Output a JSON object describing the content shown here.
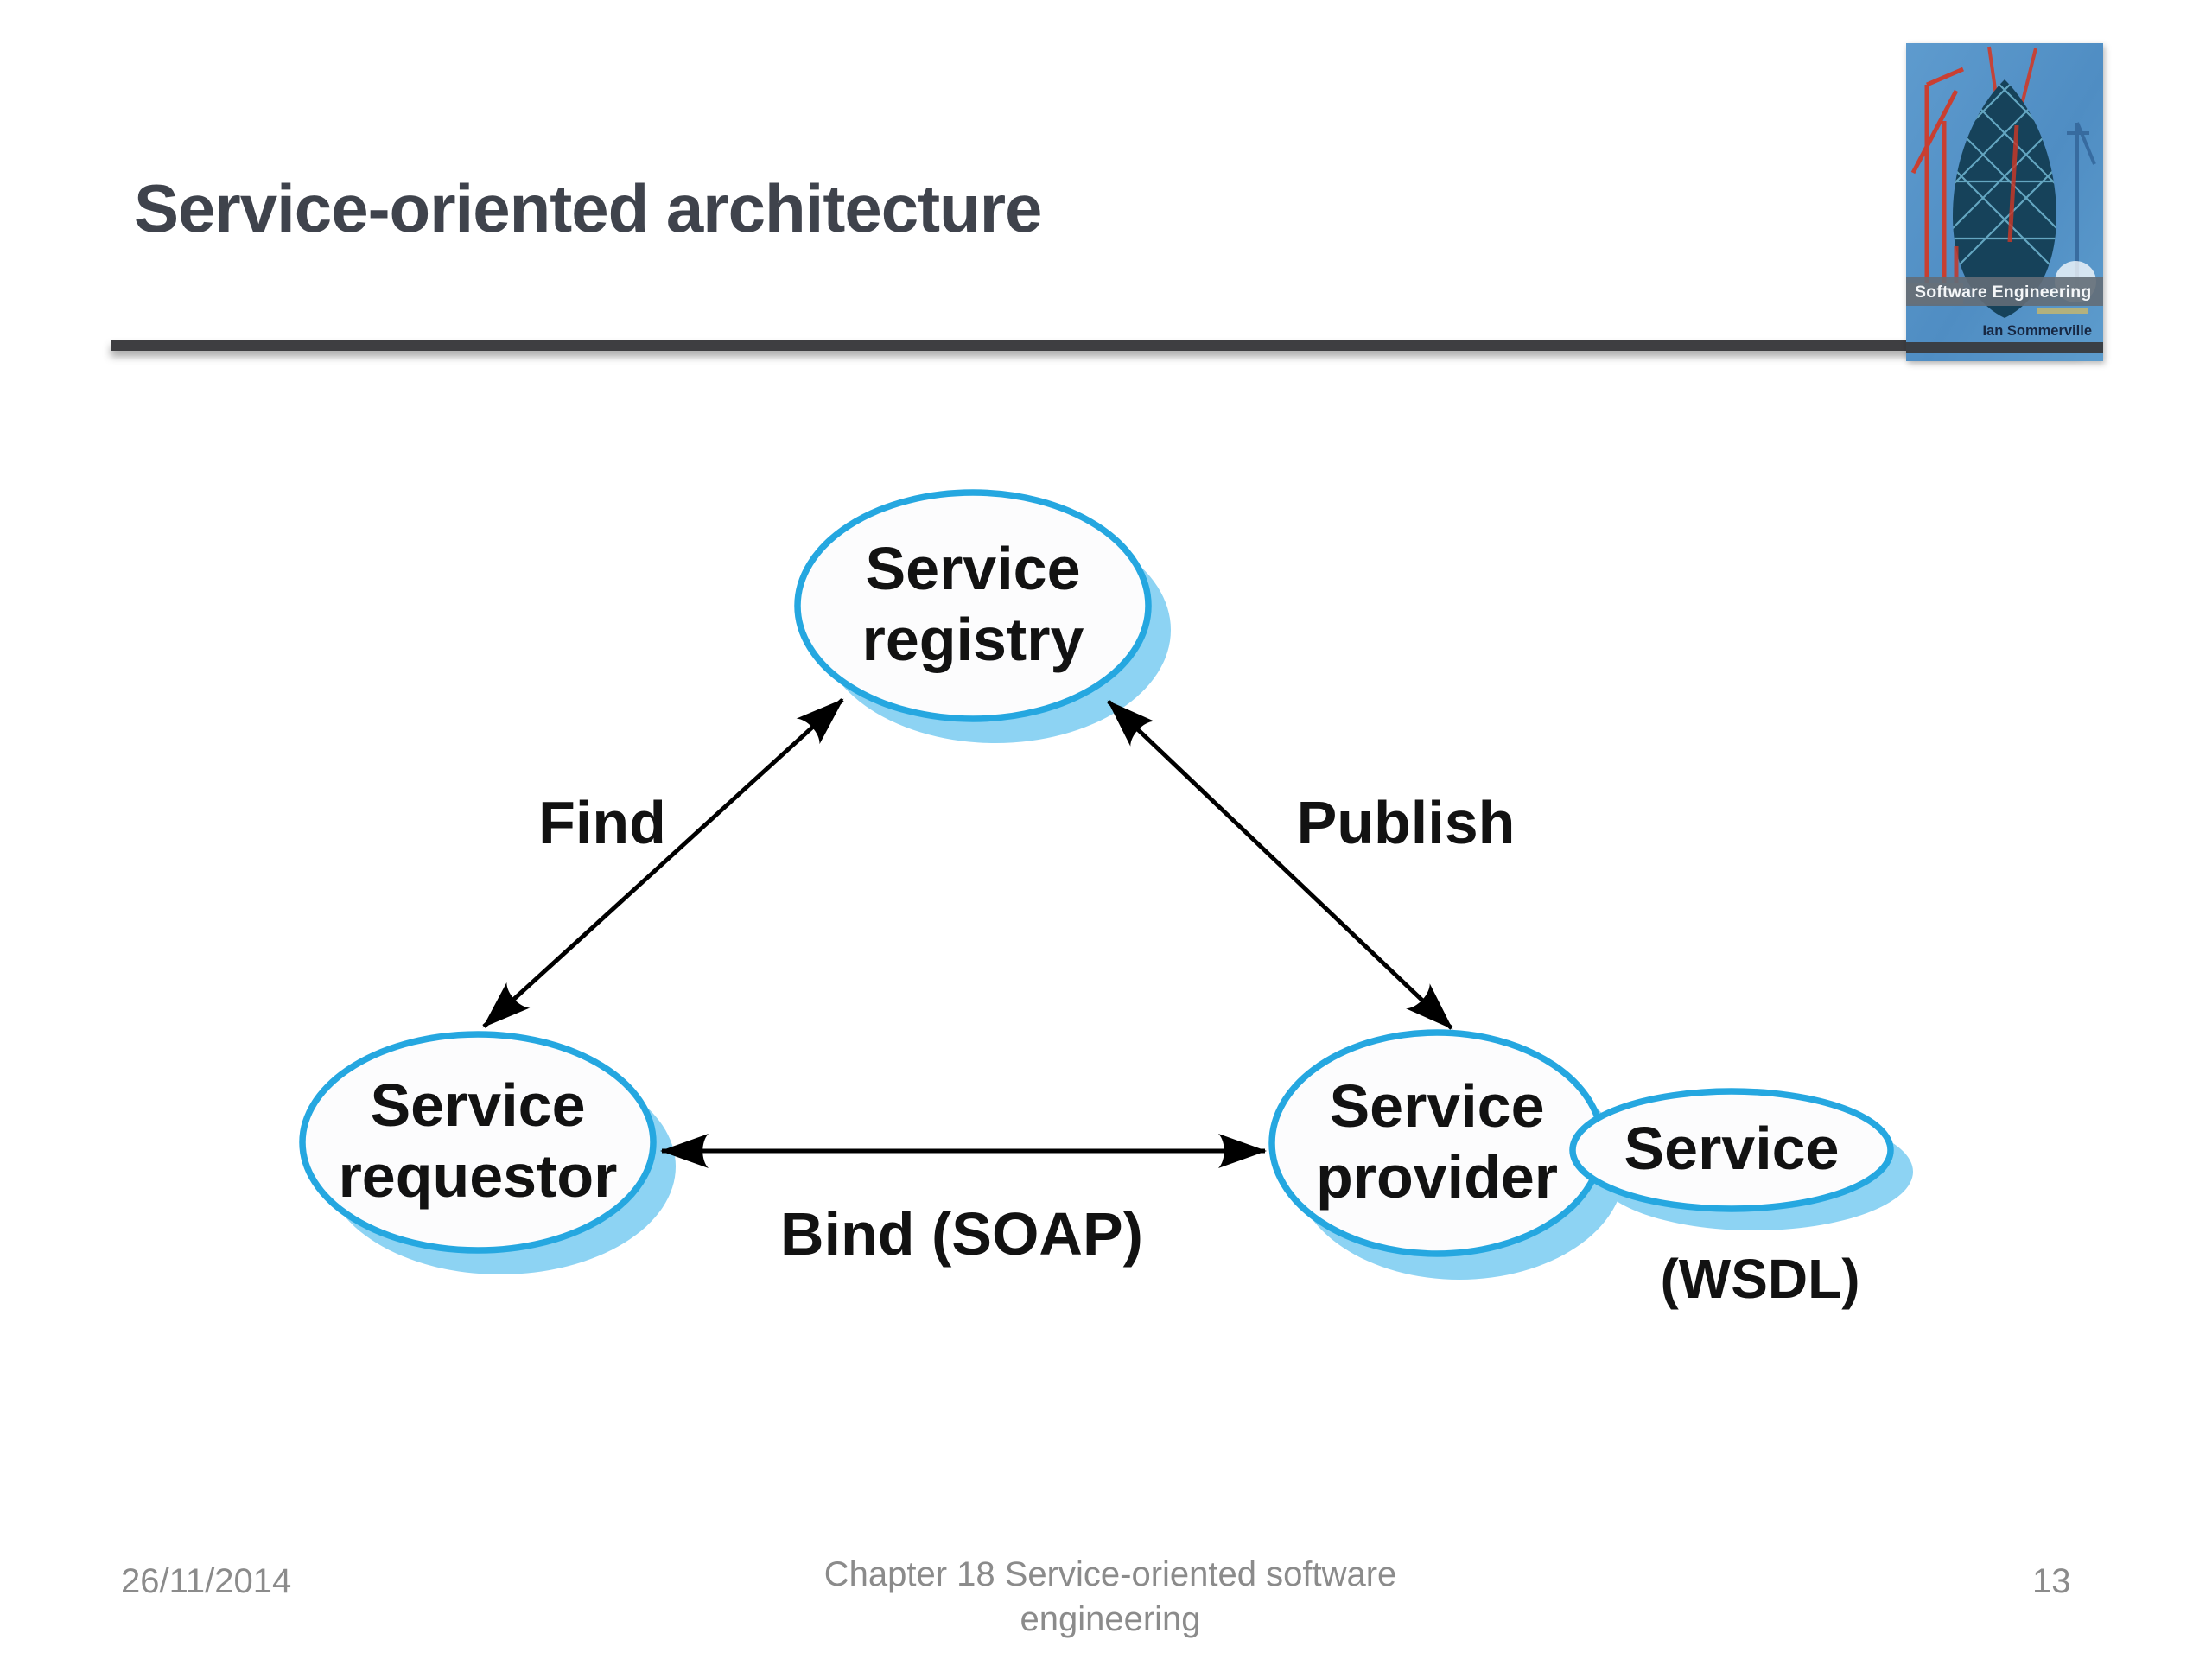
{
  "slide": {
    "title": "Service-oriented architecture"
  },
  "book_cover": {
    "title": "Software Engineering",
    "author": "Ian Sommerville"
  },
  "diagram": {
    "colors": {
      "node_stroke": "#25a7e0",
      "node_shadow": "#8dd3f3",
      "node_fill": "#fcfcfd",
      "arrow": "#000000",
      "label": "#121212"
    },
    "nodes": {
      "registry": {
        "line1": "Service",
        "line2": "registry"
      },
      "requestor": {
        "line1": "Service",
        "line2": "requestor"
      },
      "provider": {
        "line1": "Service",
        "line2": "provider"
      },
      "service": {
        "line1": "Service"
      }
    },
    "edges": [
      {
        "from": "requestor",
        "to": "registry",
        "label": "Find",
        "bidirectional": true
      },
      {
        "from": "provider",
        "to": "registry",
        "label": "Publish",
        "bidirectional": true
      },
      {
        "from": "requestor",
        "to": "provider",
        "label": "Bind (SOAP)",
        "bidirectional": true
      }
    ],
    "wsdl_label": "(WSDL)"
  },
  "footer": {
    "date": "26/11/2014",
    "center_line1": "Chapter 18 Service-oriented software",
    "center_line2": "engineering",
    "page": "13"
  }
}
